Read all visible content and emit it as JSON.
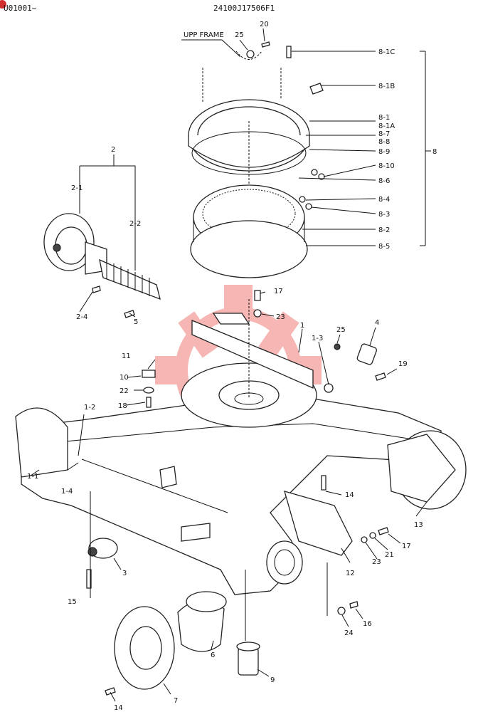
{
  "header": {
    "left_code": "U01001~",
    "right_code": "24100J17506F1"
  },
  "upper_frame_label": "UPP FRAME",
  "watermark_color": "#e8352c",
  "parts": {
    "p1": "1",
    "p1_1": "1-1",
    "p1_2": "1-2",
    "p1_3": "1-3",
    "p1_4": "1-4",
    "p2": "2",
    "p2_1": "2-1",
    "p2_2": "2-2",
    "p2_4": "2-4",
    "p3": "3",
    "p4": "4",
    "p5": "5",
    "p6": "6",
    "p7": "7",
    "p8": "8",
    "p9": "9",
    "p8_1C": "8-1C",
    "p8_1B": "8-1B",
    "p8_1": "8-1",
    "p8_1A": "8-1A",
    "p8_7": "8-7",
    "p8_8": "8-8",
    "p8_9": "8-9",
    "p8_10": "8-10",
    "p8_6": "8-6",
    "p8_4": "8-4",
    "p8_3": "8-3",
    "p8_2": "8-2",
    "p8_5": "8-5",
    "p10": "10",
    "p11": "11",
    "p12": "12",
    "p13": "13",
    "p14a": "14",
    "p14b": "14",
    "p15": "15",
    "p16": "16",
    "p17a": "17",
    "p17b": "17",
    "p18": "18",
    "p19": "19",
    "p20": "20",
    "p21": "21",
    "p22": "22",
    "p23a": "23",
    "p23b": "23",
    "p24": "24",
    "p25a": "25",
    "p25b": "25"
  }
}
